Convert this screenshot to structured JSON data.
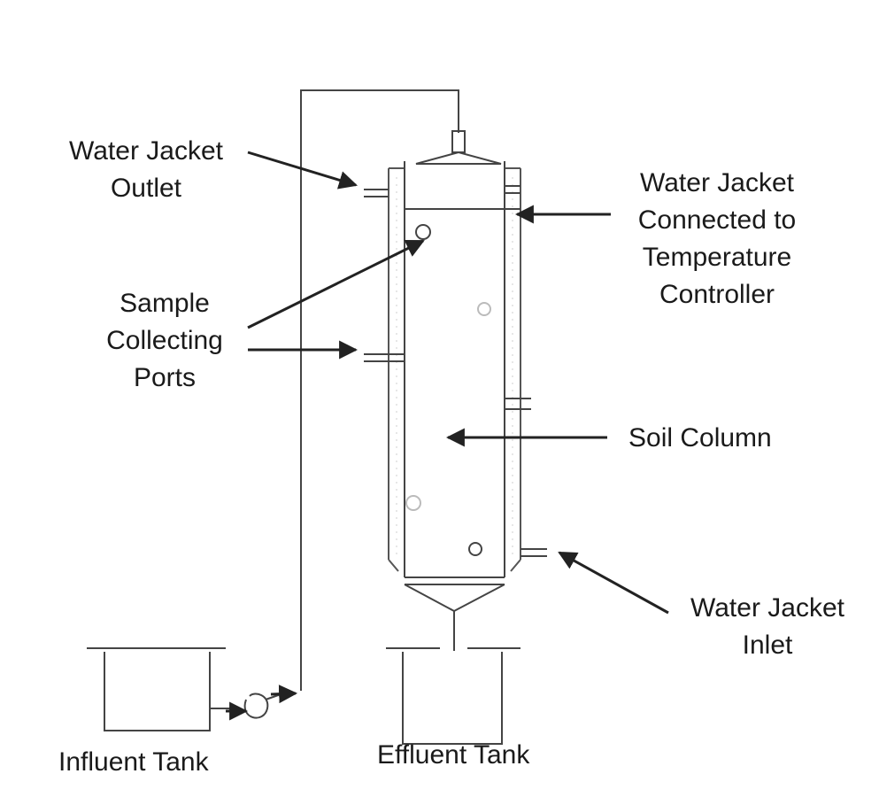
{
  "labels": {
    "water_jacket_outlet": [
      "Water Jacket",
      "Outlet"
    ],
    "water_jacket_connected": [
      "Water Jacket",
      "Connected to",
      "Temperature",
      "Controller"
    ],
    "sample_collecting_ports": [
      "Sample",
      "Collecting",
      "Ports"
    ],
    "soil_column": "Soil Column",
    "water_jacket_inlet": [
      "Water Jacket",
      "Inlet"
    ],
    "influent_tank": "Influent Tank",
    "effluent_tank": "Effluent Tank"
  },
  "colors": {
    "line": "#3a3a3a",
    "text": "#1a1a1a",
    "background": "#ffffff"
  }
}
